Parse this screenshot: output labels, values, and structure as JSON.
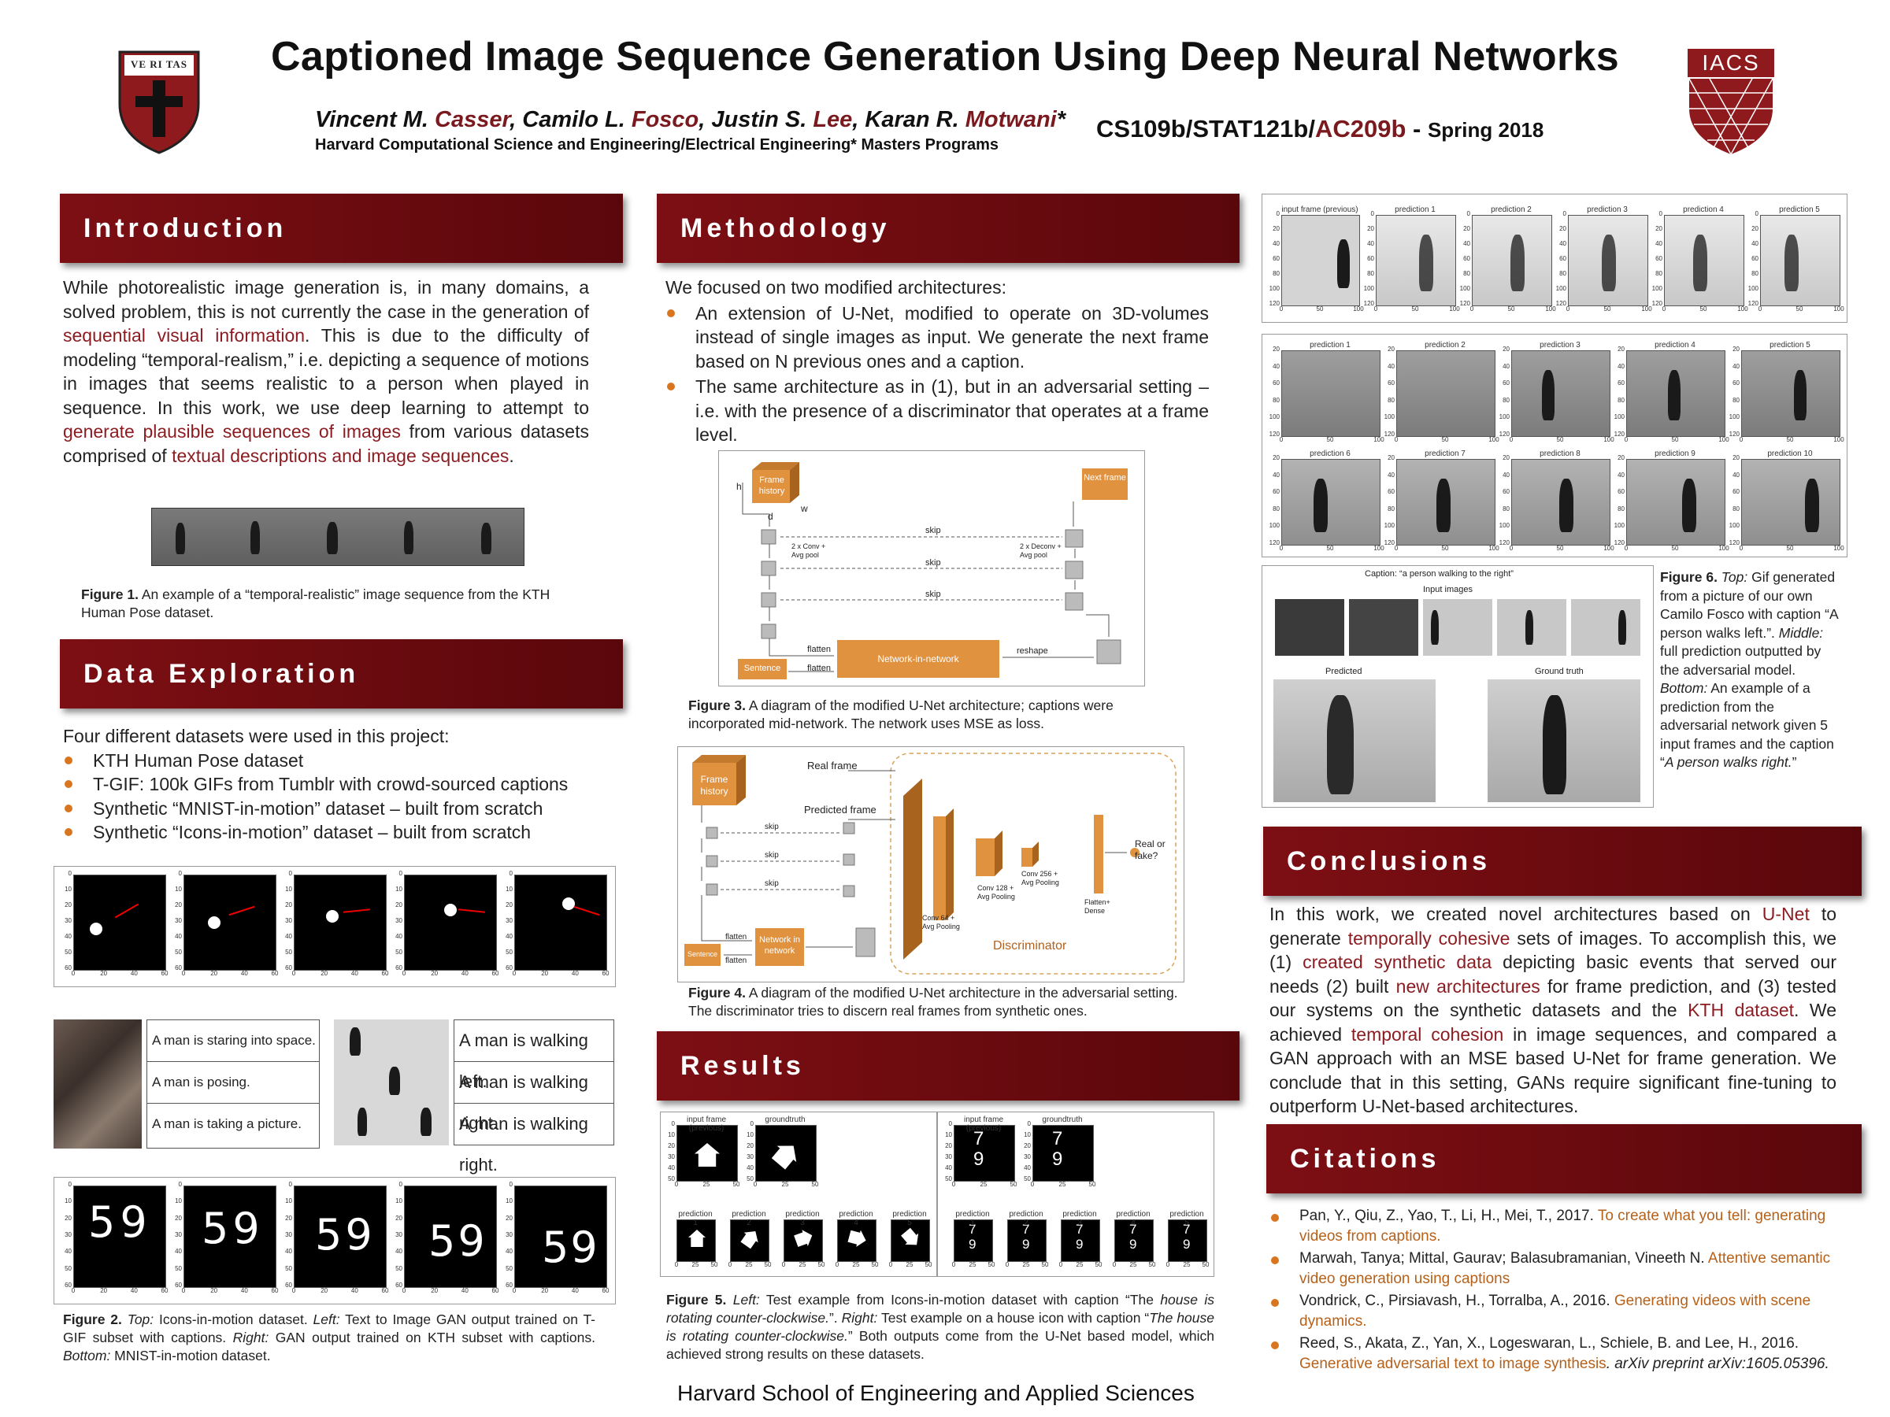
{
  "title": "Captioned Image Sequence Generation Using Deep Neural Networks",
  "authors": [
    {
      "first": "Vincent M. ",
      "last": "Casser",
      "sep": ", "
    },
    {
      "first": "Camilo L. ",
      "last": "Fosco",
      "sep": ", "
    },
    {
      "first": "Justin S. ",
      "last": "Lee",
      "sep": ", "
    },
    {
      "first": "Karan R. ",
      "last": "Motwani",
      "sep": "*"
    }
  ],
  "affiliation": "Harvard Computational Science and Engineering/Electrical Engineering* Masters Programs",
  "course": {
    "a": "CS109b/STAT121b/",
    "b": "AC209b",
    "c": " - ",
    "d": "Spring 2018"
  },
  "logos": {
    "left_shield": "VE RI TAS",
    "right_logo": "IACS"
  },
  "sections": {
    "intro": "Introduction",
    "data": "Data Exploration",
    "method": "Methodology",
    "results": "Results",
    "conclusions": "Conclusions",
    "citations": "Citations"
  },
  "intro": {
    "t1": "While photorealistic image generation is, in many domains, a solved problem, this is not currently the case in the generation of ",
    "h1": "sequential visual information",
    "t2": ". This is due to the difficulty of modeling “temporal-realism,” i.e. depicting a sequence of motions in images that seems realistic to a person when played in sequence. In this work, we use deep learning to attempt to ",
    "h2": "generate plausible sequences of images",
    "t3": " from various datasets comprised of ",
    "h3": "textual descriptions and image sequences",
    "t4": "."
  },
  "fig1": {
    "b": "Figure 1.",
    "t": " An example of a “temporal-realistic” image sequence from the KTH Human Pose dataset."
  },
  "data": {
    "lead": "Four different datasets were used in this project:",
    "items": [
      "KTH Human Pose dataset",
      "T-GIF: 100k GIFs from Tumblr with crowd-sourced captions",
      "Synthetic “MNIST-in-motion” dataset – built from scratch",
      "Synthetic “Icons-in-motion” dataset – built from scratch"
    ]
  },
  "tgif_captions": [
    "A man is staring into space.",
    "A man is posing.",
    "A man is taking a picture."
  ],
  "kth_captions": [
    "A man is walking left.",
    "A man is walking right.",
    "A man is walking right."
  ],
  "mnist_digits": [
    "59",
    "59",
    "59",
    "59",
    "59"
  ],
  "fig2": {
    "b": "Figure 2.",
    "i1": " Top:",
    "t1": " Icons-in-motion dataset. ",
    "i2": "Left:",
    "t2": " Text to Image GAN output trained on T-GIF subset with captions. ",
    "i3": "Right:",
    "t3": " GAN output trained on KTH subset with captions. ",
    "i4": "Bottom:",
    "t4": " MNIST-in-motion dataset."
  },
  "method": {
    "lead": "We focused on two modified architectures:",
    "items": [
      "An extension of U-Net, modified to operate on 3D-volumes instead of single images as input. We generate the next frame based on N previous ones and a caption.",
      "The same architecture as in (1), but in an adversarial setting – i.e. with the presence of a discriminator that operates at a frame level."
    ]
  },
  "diag3": {
    "frame_history": "Frame history",
    "next_frame": "Next frame",
    "h": "h",
    "w": "w",
    "d": "d",
    "conv": "2 x Conv +\nAvg pool",
    "deconv": "2 x Deconv +\nAvg pool",
    "skip": "skip",
    "flatten": "flatten",
    "reshape": "reshape",
    "nin": "Network-in-network",
    "sentence": "Sentence"
  },
  "fig3": {
    "b": "Figure 3.",
    "t": " A diagram of the modified U-Net architecture; captions were incorporated mid-network. The network uses MSE as loss."
  },
  "diag4": {
    "frame_history": "Frame history",
    "real_frame": "Real frame",
    "predicted_frame": "Predicted frame",
    "skip": "skip",
    "flatten": "flatten",
    "nin": "Network in network",
    "sentence": "Sentence",
    "c64": "Conv 64 +\nAvg Pooling",
    "c128": "Conv 128 +\nAvg Pooling",
    "c256": "Conv 256 +\nAvg Pooling",
    "dense": "Flatten+\nDense",
    "real_or_fake": "Real or\nfake?",
    "disc": "Discriminator"
  },
  "fig4": {
    "b": "Figure 4.",
    "t": " A diagram of the modified U-Net architecture in the adversarial setting. The discriminator tries to discern real frames from synthetic ones."
  },
  "res_panels": {
    "input": "input frame (previous)",
    "gt": "groundtruth",
    "preds": [
      "prediction 1",
      "prediction 2",
      "prediction 3",
      "prediction 4",
      "prediction 5"
    ],
    "digit_pair": "7\n9"
  },
  "fig5": {
    "b": "Figure 5.",
    "i1": " Left:",
    "t1": " Test example from Icons-in-motion dataset with caption “The ",
    "i2": "house is rotating counter-clockwise.",
    "t2": "”. ",
    "i3": "Right:",
    "t3": " Test example on a house icon with caption “",
    "i4": "The house is rotating counter-clockwise.",
    "t4": "” Both outputs come from the U-Net based model, which achieved strong results on these datasets."
  },
  "right_top": {
    "input": "input frame (previous)",
    "preds": [
      "prediction 1",
      "prediction 2",
      "prediction 3",
      "prediction 4",
      "prediction 5"
    ]
  },
  "right_mid": {
    "preds_a": [
      "prediction 1",
      "prediction 2",
      "prediction 3",
      "prediction 4",
      "prediction 5"
    ],
    "preds_b": [
      "prediction 6",
      "prediction 7",
      "prediction 8",
      "prediction 9",
      "prediction 10"
    ]
  },
  "right_bot": {
    "caption": "Caption: “a person walking to the right”",
    "inputs": "Input images",
    "predicted": "Predicted",
    "gt": "Ground truth"
  },
  "fig6": {
    "b": "Figure 6.",
    "i1": " Top:",
    "t1": " Gif generated from a picture of our own Camilo Fosco with caption “A person walks left.”. ",
    "i2": "Middle:",
    "t2": " full prediction outputted by the adversarial model. ",
    "i3": "Bottom:",
    "t3": " An example of a prediction from the adversarial network given 5 input frames and the caption “",
    "i4": "A person walks right.",
    "t4": "”"
  },
  "concl": {
    "t1": "In this work, we created novel architectures based on ",
    "h1": "U-Net",
    "t2": " to generate ",
    "h2": "temporally cohesive",
    "t3": " sets of images. To accomplish this, we (1) ",
    "h3": "created synthetic data",
    "t4": " depicting basic events that served our needs (2) built ",
    "h4": "new architectures",
    "t5": " for frame prediction, and (3) tested our systems on the synthetic datasets and the ",
    "h5": "KTH dataset",
    "t6": ". We achieved ",
    "h6": "temporal cohesion",
    "t7": " in image sequences, and compared a GAN approach with an MSE based U-Net for frame generation. We conclude that in this setting, GANs require significant fine-tuning to outperform U-Net-based architectures."
  },
  "citations": [
    {
      "a": "Pan, Y., Qiu, Z., Yao, T., Li, H., Mei, T., 2017. ",
      "b": "To create what you tell: generating videos from captions.",
      "c": ""
    },
    {
      "a": "Marwah, Tanya; Mittal, Gaurav; Balasubramanian, Vineeth N. ",
      "b": "Attentive semantic video generation using captions",
      "c": ""
    },
    {
      "a": "Vondrick, C., Pirsiavash, H., Torralba, A., 2016. ",
      "b": "Generating videos with scene dynamics.",
      "c": ""
    },
    {
      "a": "Reed, S., Akata, Z., Yan, X., Logeswaran, L., Schiele, B. and Lee, H., 2016. ",
      "b": "Generative adversarial text to image synthesis",
      "c": ". arXiv preprint arXiv:1605.05396."
    }
  ],
  "footer": "Harvard School of Engineering and Applied Sciences",
  "axis_ticks": {
    "y60": [
      "0",
      "10",
      "20",
      "30",
      "40",
      "50",
      "60"
    ],
    "x60": [
      "0",
      "20",
      "40",
      "60"
    ],
    "y120": [
      "0",
      "20",
      "40",
      "60",
      "80",
      "100",
      "120"
    ],
    "x100": [
      "0",
      "50",
      "100"
    ],
    "y50": [
      "0",
      "10",
      "20",
      "30",
      "40",
      "50"
    ],
    "x50": [
      "0",
      "25",
      "50"
    ]
  },
  "colors": {
    "maroon": "#7d0f14",
    "highlight": "#8b1d22",
    "bullet": "#d9751f",
    "diagram_box": "#e0923f"
  }
}
